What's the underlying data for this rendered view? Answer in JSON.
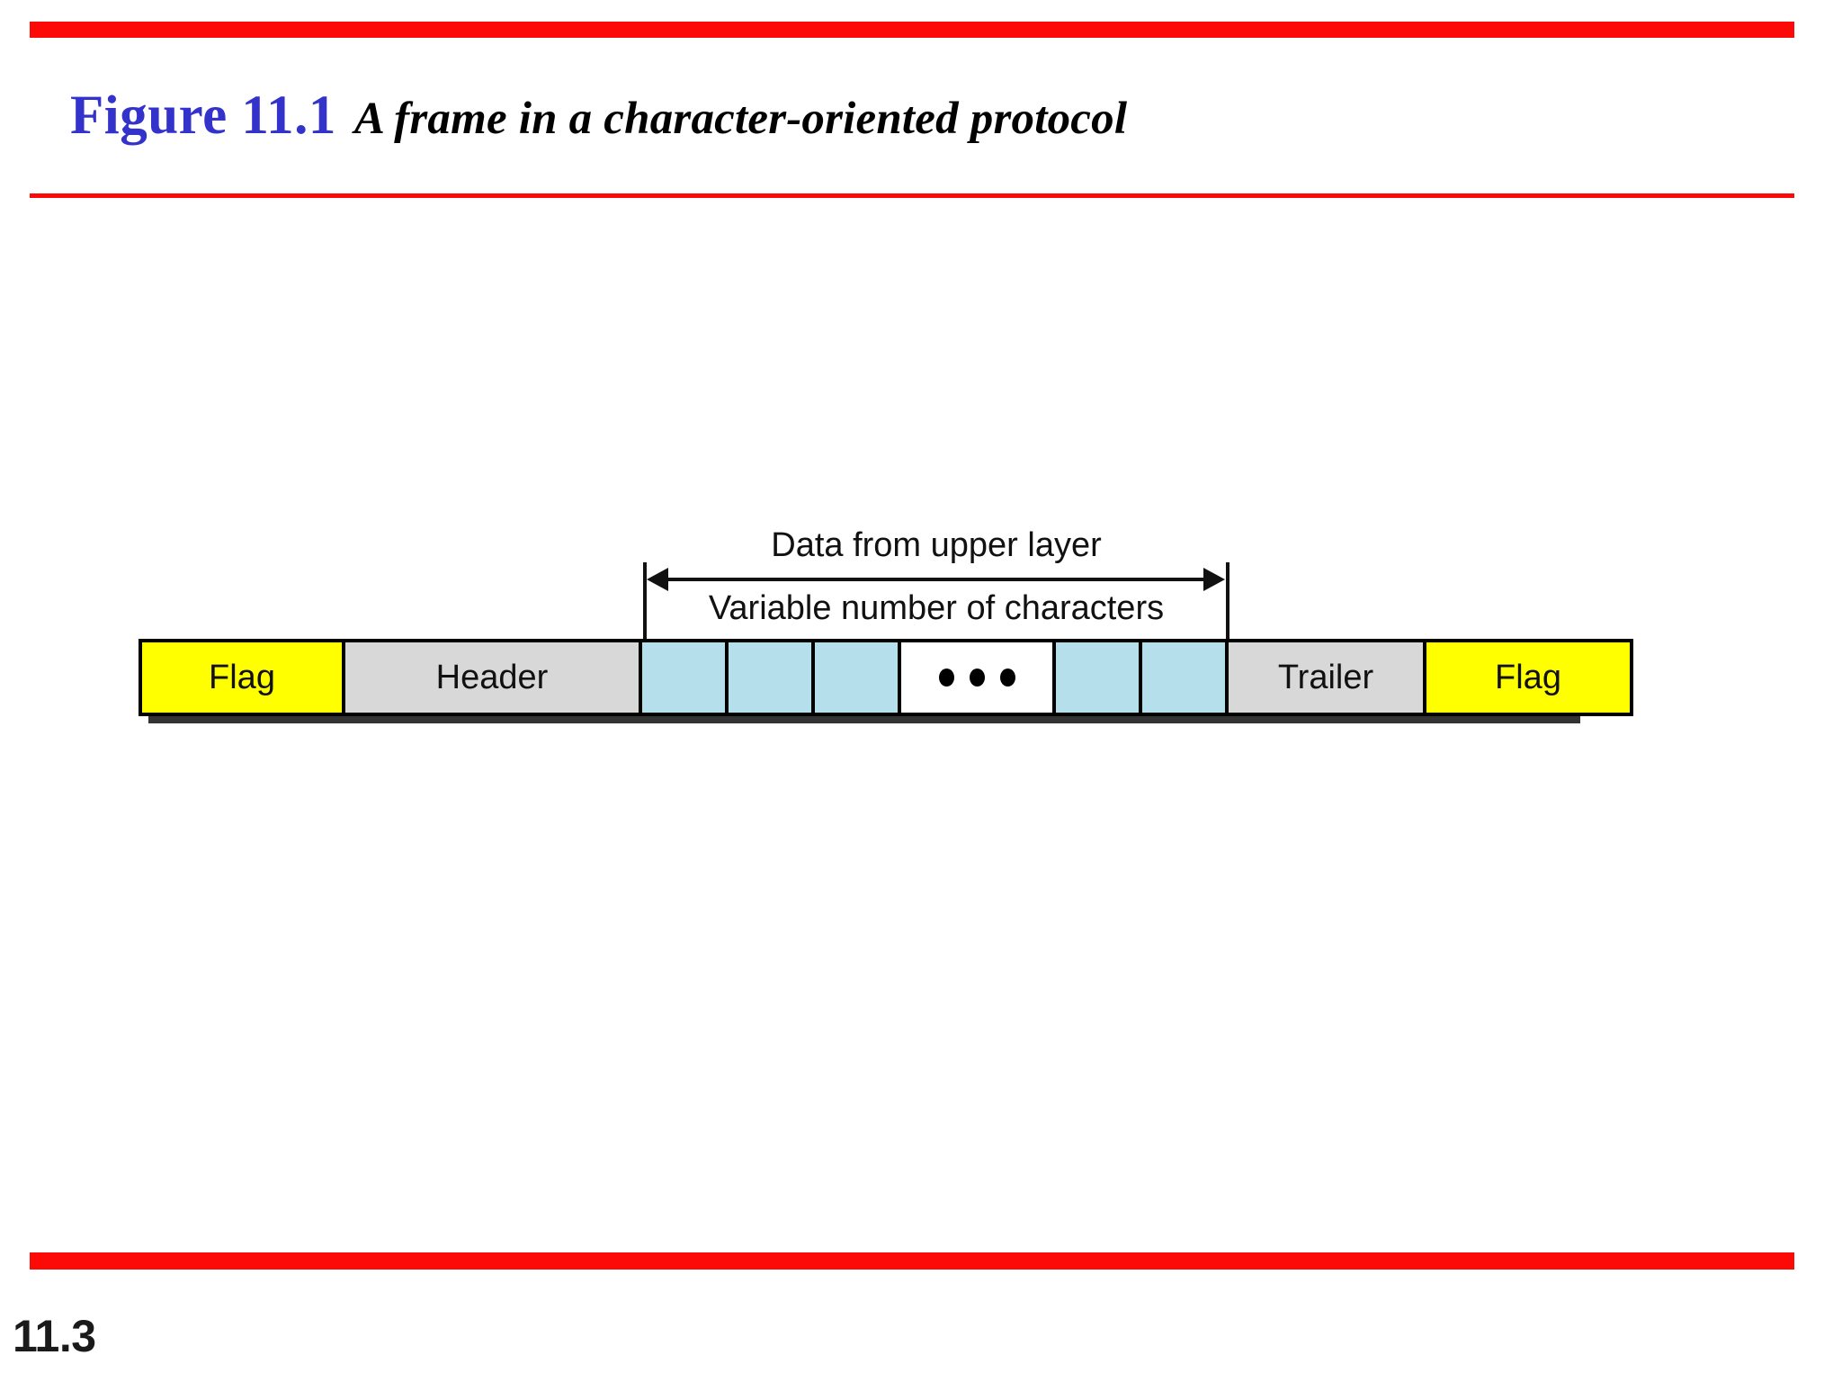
{
  "slide": {
    "figure_label": "Figure 11.1",
    "figure_caption": "A frame in a character-oriented protocol",
    "page_number": "11.3",
    "accent_color": "#fb0a07",
    "label_color": "#3333cc"
  },
  "diagram": {
    "annotation": {
      "top_label": "Data from upper layer",
      "bottom_label": "Variable number of characters"
    },
    "frame": {
      "cells": [
        {
          "label": "Flag",
          "kind": "flag",
          "color": "#ffff00"
        },
        {
          "label": "Header",
          "kind": "header",
          "color": "#d8d8d8"
        },
        {
          "label": "",
          "kind": "data",
          "color": "#b5dfea"
        },
        {
          "label": "",
          "kind": "data",
          "color": "#b5dfea"
        },
        {
          "label": "",
          "kind": "data",
          "color": "#b5dfea"
        },
        {
          "label": "",
          "kind": "ellipsis",
          "color": "#ffffff"
        },
        {
          "label": "",
          "kind": "data",
          "color": "#b5dfea"
        },
        {
          "label": "",
          "kind": "data",
          "color": "#b5dfea"
        },
        {
          "label": "Trailer",
          "kind": "trailer",
          "color": "#d8d8d8"
        },
        {
          "label": "Flag",
          "kind": "flag",
          "color": "#ffff00"
        }
      ]
    }
  }
}
